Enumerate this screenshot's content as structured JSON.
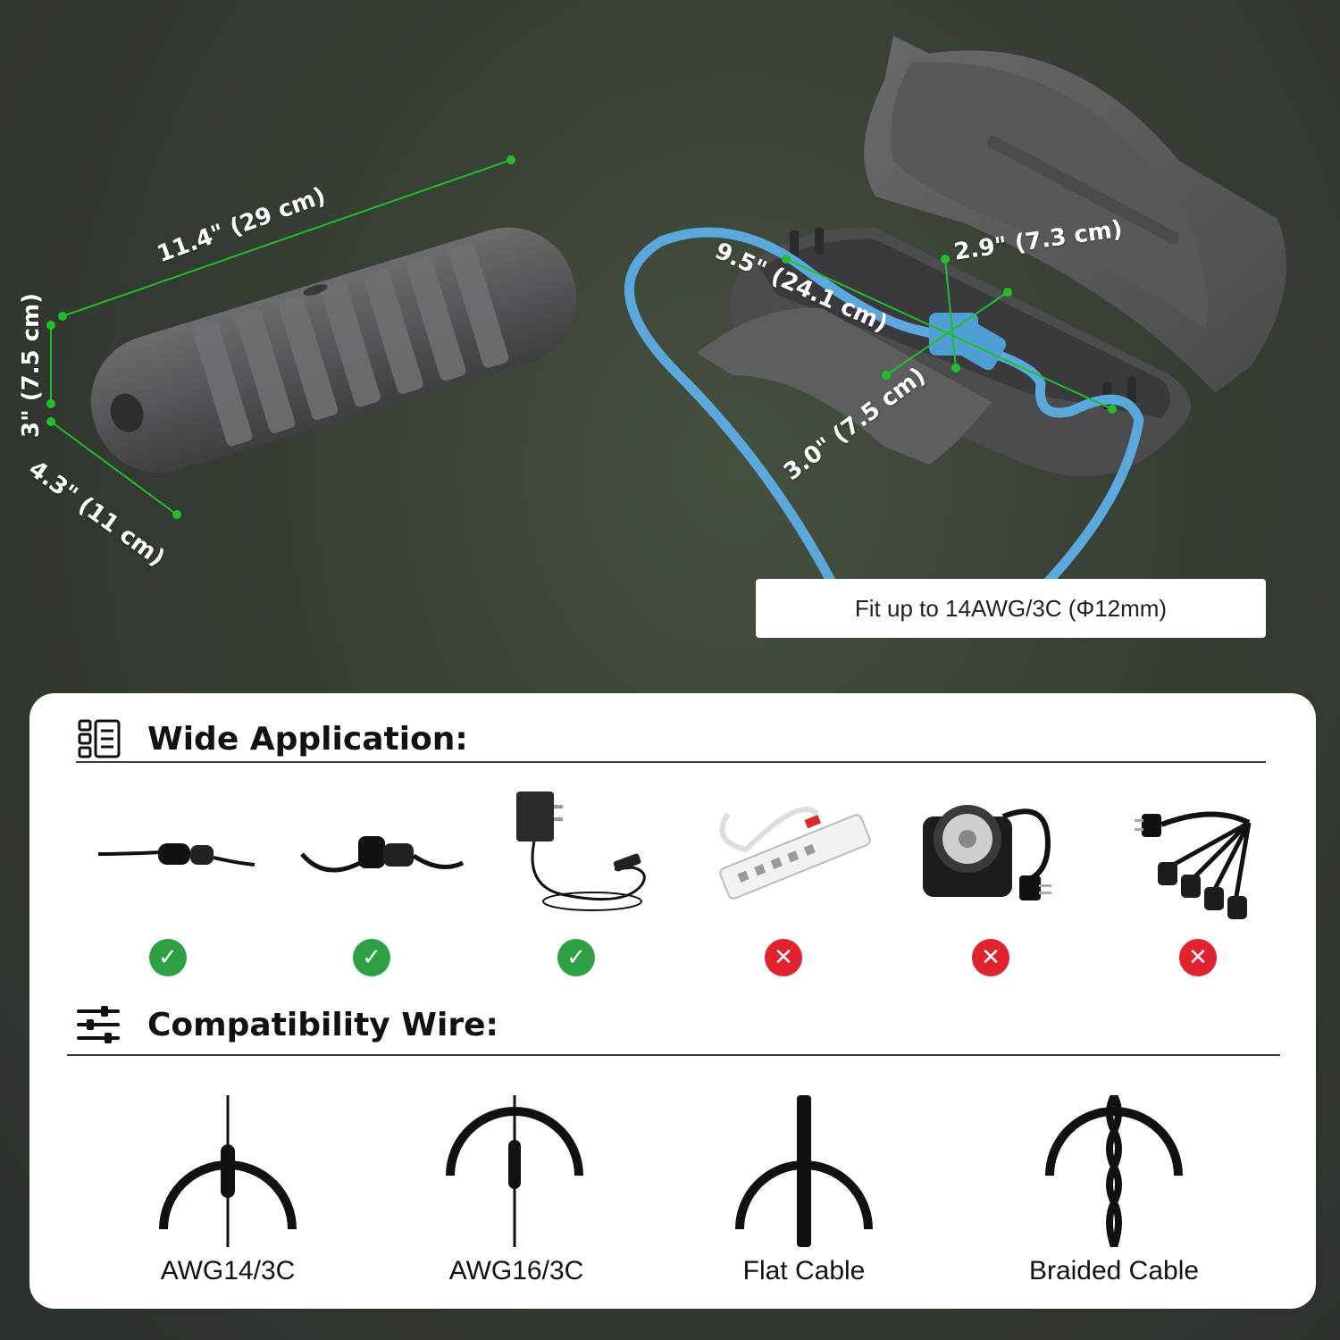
{
  "colors": {
    "background": "#363d33",
    "product": "#5a5a5e",
    "cable": "#5aa8dc",
    "dimension_line": "#1fbf2a",
    "ok": "#2ea043",
    "not_ok": "#e0232f"
  },
  "closed_box_dimensions": {
    "length": "11.4\" (29 cm)",
    "height": "3\" (7.5 cm)",
    "width": "4.3\" (11 cm)"
  },
  "open_box_dimensions": {
    "inner_length": "9.5\" (24.1 cm)",
    "inner_width": "2.9\" (7.3 cm)",
    "inner_height": "3.0\" (7.5 cm)"
  },
  "fit_note": "Fit up to 14AWG/3C (Φ12mm)",
  "wide_application": {
    "icon": "checklist-icon",
    "title": "Wide Application:",
    "items": [
      {
        "name": "extension-cord-inline-plug",
        "compatible": true
      },
      {
        "name": "right-angle-plug-cord",
        "compatible": true
      },
      {
        "name": "power-adapter",
        "compatible": true
      },
      {
        "name": "power-strip",
        "compatible": false
      },
      {
        "name": "outdoor-timer",
        "compatible": false
      },
      {
        "name": "multi-outlet-splitter",
        "compatible": false
      }
    ]
  },
  "compatibility_wire": {
    "icon": "sliders-icon",
    "title": "Compatibility Wire:",
    "items": [
      {
        "label": "AWG14/3C",
        "icon": "round-cable-icon"
      },
      {
        "label": "AWG16/3C",
        "icon": "round-cable-icon"
      },
      {
        "label": "Flat Cable",
        "icon": "flat-cable-icon"
      },
      {
        "label": "Braided Cable",
        "icon": "braided-cable-icon"
      }
    ]
  }
}
